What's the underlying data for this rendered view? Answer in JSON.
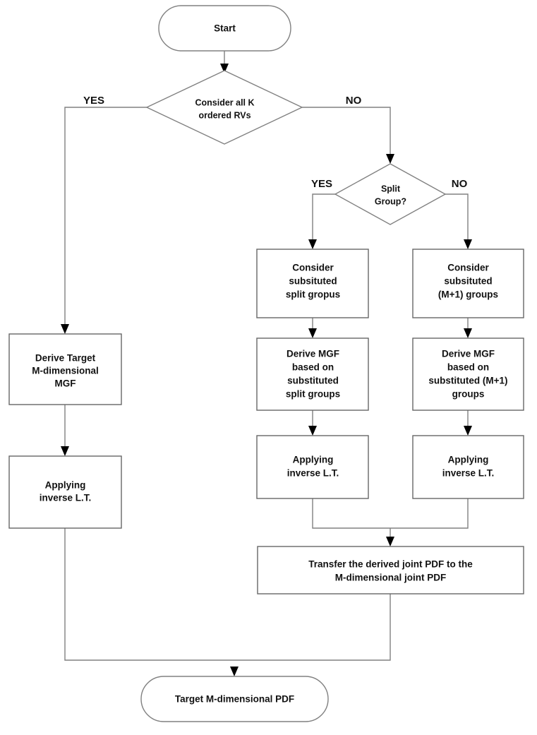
{
  "diagram": {
    "type": "flowchart",
    "title": "",
    "nodes": [
      {
        "id": "start",
        "shape": "terminator",
        "label": "Start"
      },
      {
        "id": "dec1",
        "shape": "decision",
        "label_line1": "Consider all K",
        "label_line2": "ordered RVs"
      },
      {
        "id": "dec2",
        "shape": "decision",
        "label_line1": "Split",
        "label_line2": "Group?"
      },
      {
        "id": "deriveTarget",
        "shape": "process",
        "label_line1": "Derive Target",
        "label_line2": "M-dimensional",
        "label_line3": "MGF"
      },
      {
        "id": "applyLeft",
        "shape": "process",
        "label_line1": "Applying",
        "label_line2": "inverse L.T."
      },
      {
        "id": "considerSplit",
        "shape": "process",
        "label_line1": "Consider",
        "label_line2": "subsituted",
        "label_line3": "split gropus"
      },
      {
        "id": "considerM1",
        "shape": "process",
        "label_line1": "Consider",
        "label_line2": "subsituted",
        "label_line3": "(M+1) groups"
      },
      {
        "id": "deriveSplit",
        "shape": "process",
        "label_line1": "Derive MGF",
        "label_line2": "based on",
        "label_line3": "substituted",
        "label_line4": "split groups"
      },
      {
        "id": "deriveM1",
        "shape": "process",
        "label_line1": "Derive MGF",
        "label_line2": "based on",
        "label_line3": "substituted (M+1)",
        "label_line4": "groups"
      },
      {
        "id": "applyMid",
        "shape": "process",
        "label_line1": "Applying",
        "label_line2": "inverse L.T."
      },
      {
        "id": "applyRight",
        "shape": "process",
        "label_line1": "Applying",
        "label_line2": "inverse L.T."
      },
      {
        "id": "transfer",
        "shape": "process",
        "label_line1": "Transfer the derived joint PDF to the",
        "label_line2": "M-dimensional joint PDF"
      },
      {
        "id": "end",
        "shape": "terminator",
        "label": "Target M-dimensional PDF"
      }
    ],
    "edge_labels": {
      "dec1_yes": "YES",
      "dec1_no": "NO",
      "dec2_yes": "YES",
      "dec2_no": "NO"
    },
    "colors": {
      "background": "#ffffff",
      "shape_stroke": "#808080",
      "connector": "#808080",
      "arrowhead": "#000000",
      "text": "#111111"
    }
  }
}
